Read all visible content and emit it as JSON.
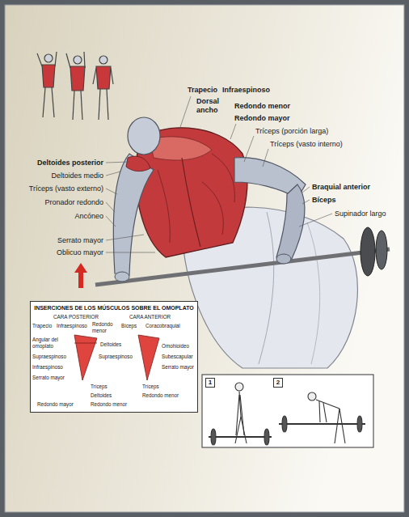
{
  "diagram": {
    "nodes": [
      {
        "text": [
          "INSERCIONES DE LOS MÚSCULOS SOBRE EL OMOPLATO"
        ]
      },
      {
        "text": [
          "1"
        ]
      },
      {
        "text": [
          "2"
        ]
      }
    ],
    "labels": [
      "Trapecio",
      "Infraespinoso",
      "Dorsal ancho",
      "Redondo menor",
      "Redondo mayor",
      "Tríceps (porción larga)",
      "Tríceps (vasto interno)",
      "Deltoides posterior",
      "Deltoides medio",
      "Tríceps (vasto externo)",
      "Pronador redondo",
      "Ancóneo",
      "Serrato mayor",
      "Oblicuo mayor",
      "Braquial anterior",
      "Bíceps",
      "Supinador largo",
      "CARA POSTERIOR",
      "CARA ANTERIOR",
      "Trapecio",
      "Infraespinoso",
      "Redondo menor",
      "Bíceps",
      "Coracobraquial",
      "Angular del omoplato",
      "Supraespinoso",
      "Infraespinoso",
      "Serrato mayor",
      "Deltoides",
      "Supraespinoso",
      "Omohioideo",
      "Subescapular",
      "Serrato mayor",
      "Tríceps",
      "Deltoides",
      "Tríceps",
      "Redondo menor",
      "Redondo mayor",
      "Redondo menor"
    ]
  }
}
